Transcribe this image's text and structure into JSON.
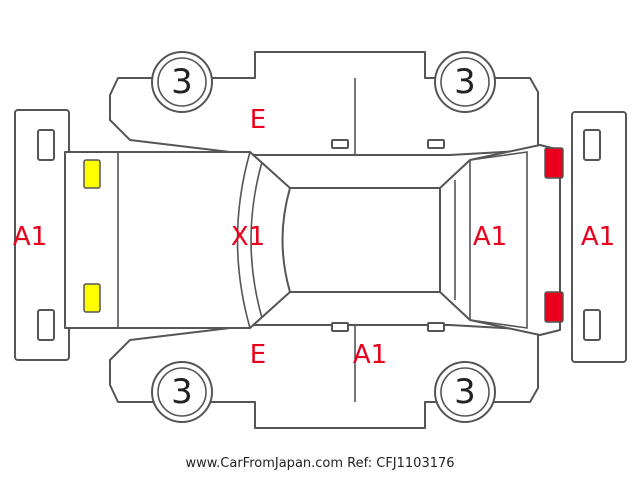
{
  "diagram": {
    "wheels": {
      "front_left": "3",
      "front_right": "3",
      "rear_left": "3",
      "rear_right": "3"
    },
    "codes": {
      "front_bumper": "A1",
      "hood": "X1",
      "roof": "A1",
      "rear_bumper": "A1",
      "upper_front_door": "E",
      "lower_front_door": "E",
      "lower_rear_door": "A1"
    },
    "colors": {
      "mark": "#e8001c",
      "front_lamp": "#ffff00",
      "rear_lamp": "#e8001c",
      "outline": "#555555"
    }
  },
  "footer": {
    "text": "www.CarFromJapan.com Ref: CFJ1103176"
  }
}
